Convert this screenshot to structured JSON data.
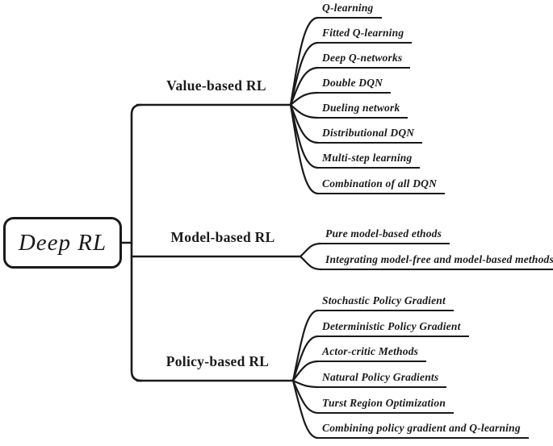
{
  "root": {
    "label": "Deep RL"
  },
  "branches": [
    {
      "label": "Value-based RL",
      "leaves": [
        "Q-learning",
        "Fitted Q-learning",
        "Deep Q-networks",
        "Double DQN",
        "Dueling network",
        "Distributional DQN",
        "Multi-step learning",
        "Combination of all DQN"
      ]
    },
    {
      "label": "Model-based RL",
      "leaves": [
        "Pure model-based ethods",
        "Integrating model-free and model-based methods"
      ]
    },
    {
      "label": "Policy-based RL",
      "leaves": [
        "Stochastic Policy Gradient",
        "Deterministic Policy Gradient",
        "Actor-critic Methods",
        "Natural Policy Gradients",
        "Turst Region Optimization",
        "Combining policy gradient and Q-learning"
      ]
    }
  ],
  "colors": {
    "line": "#1a1a1a",
    "text": "#1a1a1a",
    "background": "#ffffff"
  }
}
